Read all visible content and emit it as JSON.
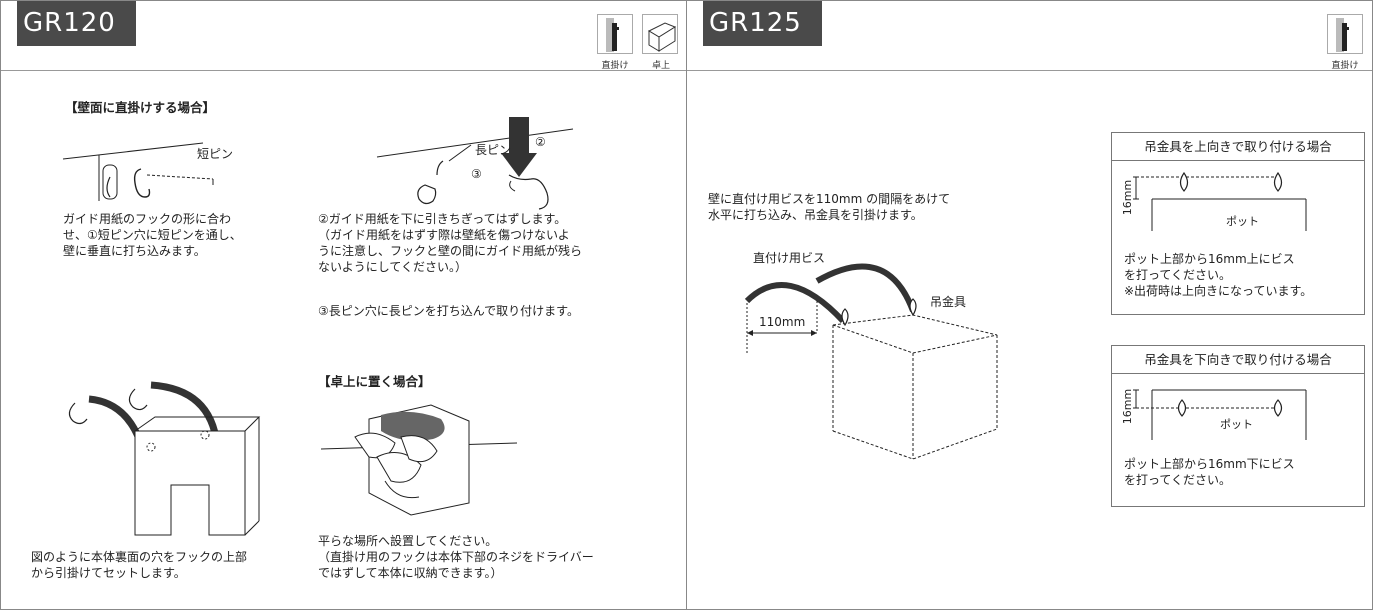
{
  "left_page": {
    "model": "GR120",
    "icon_labels": [
      "直掛け",
      "卓上"
    ],
    "wall_mount_heading": "【壁面に直掛けする場合】",
    "step1_label_short_pin": "短ピン",
    "step1_text": "ガイド用紙のフックの形に合わ\nせ、①短ピン穴に短ピンを通し、\n壁に垂直に打ち込みます。",
    "step2_label_long_pin": "長ピン",
    "step2_num2": "②",
    "step2_num3": "③",
    "step2_text": "②ガイド用紙を下に引きちぎってはずします。\n（ガイド用紙をはずす際は壁紙を傷つけないよ\nうに注意し、フックと壁の間にガイド用紙が残ら\nないようにしてください。）",
    "step3_text": "③長ピン穴に長ピンを打ち込んで取り付けます。",
    "hang_text": "図のように本体裏面の穴をフックの上部\nから引掛けてセットします。",
    "table_heading": "【卓上に置く場合】",
    "table_text": "平らな場所へ設置してください。\n（直掛け用のフックは本体下部のネジをドライバー\nではずして本体に収納できます。）"
  },
  "right_page": {
    "model": "GR125",
    "icon_label": "直掛け",
    "intro_text": "壁に直付け用ビスを110mm の間隔をあけて\n水平に打ち込み、吊金具を引掛けます。",
    "label_screw": "直付け用ビス",
    "label_bracket": "吊金具",
    "label_distance": "110mm",
    "box_up": {
      "title": "吊金具を上向きで取り付ける場合",
      "dim": "16mm",
      "pot": "ポット",
      "text": "ポット上部から16mm上にビス\nを打ってください。\n※出荷時は上向きになっています。"
    },
    "box_down": {
      "title": "吊金具を下向きで取り付ける場合",
      "dim": "16mm",
      "pot": "ポット",
      "text": "ポット上部から16mm下にビス\nを打ってください。"
    }
  }
}
